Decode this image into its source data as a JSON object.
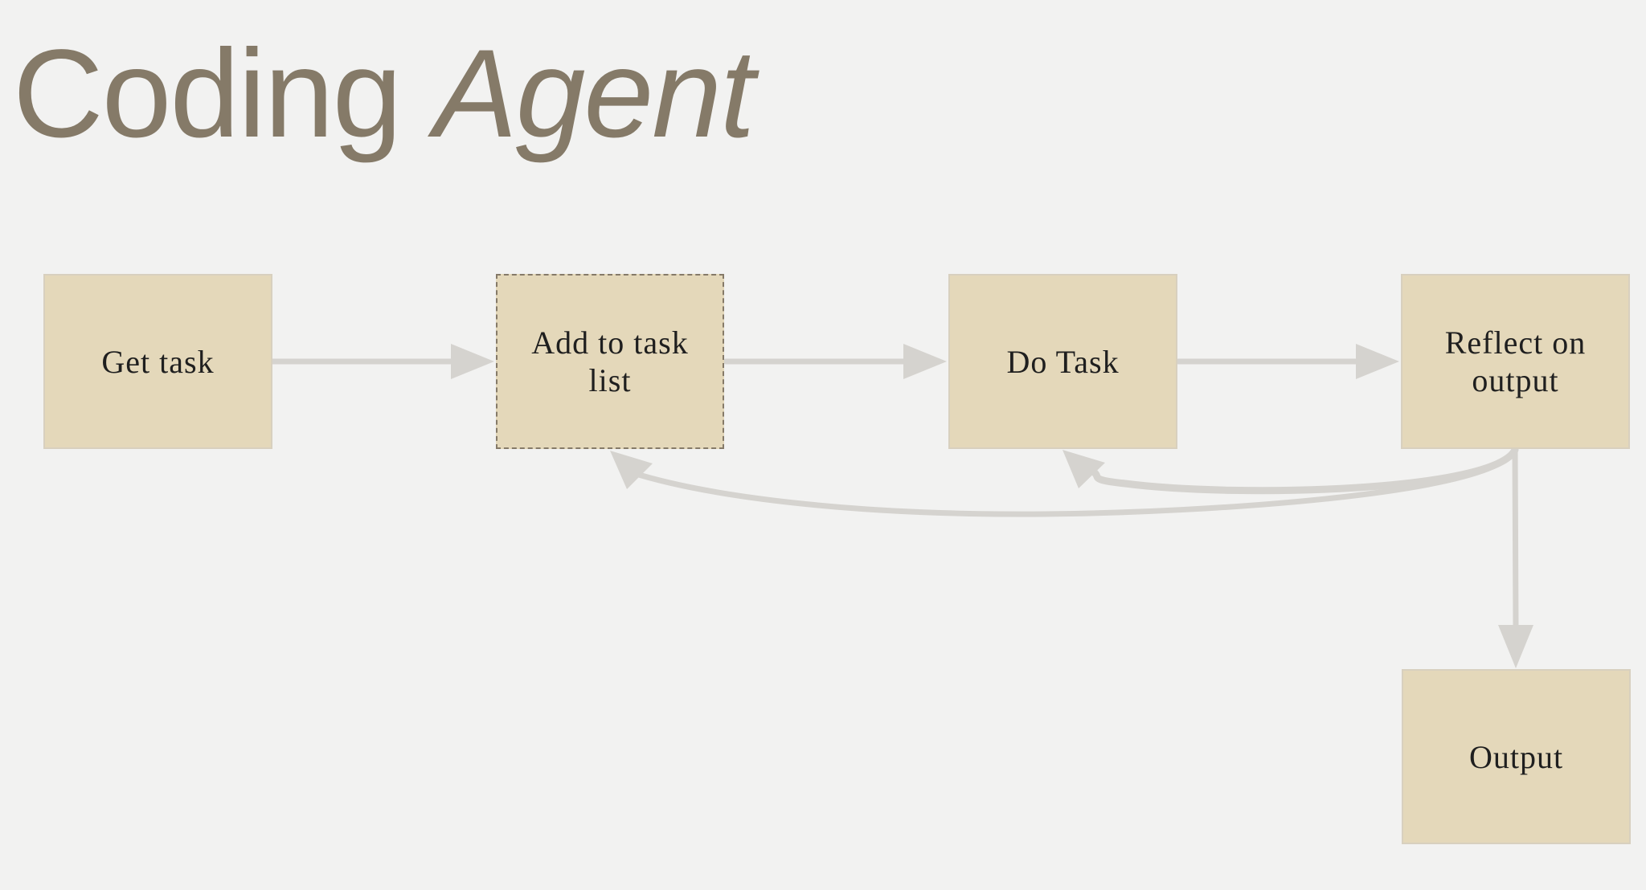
{
  "title": {
    "main": "Coding",
    "emphasis": "Agent"
  },
  "nodes": {
    "get_task": "Get task",
    "add_to_task_list": "Add to task list",
    "do_task": "Do Task",
    "reflect": "Reflect on output",
    "output": "Output"
  },
  "edges": [
    {
      "from": "Get task",
      "to": "Add to task list"
    },
    {
      "from": "Add to task list",
      "to": "Do Task"
    },
    {
      "from": "Do Task",
      "to": "Reflect on output"
    },
    {
      "from": "Reflect on output",
      "to": "Do Task"
    },
    {
      "from": "Reflect on output",
      "to": "Add to task list"
    },
    {
      "from": "Reflect on output",
      "to": "Output"
    }
  ],
  "colors": {
    "background": "#f2f2f1",
    "title": "#857a68",
    "node_fill": "#e4d8ba",
    "node_border": "#d8d0bf",
    "dashed_border": "#857a68",
    "connector": "#d5d3cf",
    "node_text": "#1f1f1f"
  }
}
